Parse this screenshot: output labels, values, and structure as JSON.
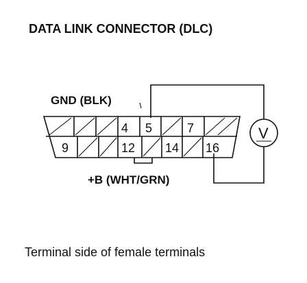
{
  "title": "DATA LINK CONNECTOR (DLC)",
  "gnd_label": "GND (BLK)",
  "b_label": "+B (WHT/GRN)",
  "caption": "Terminal side of female terminals",
  "voltmeter_symbol": "V",
  "pins": {
    "p4": "4",
    "p5": "5",
    "p7": "7",
    "p9": "9",
    "p12": "12",
    "p14": "14",
    "p16": "16"
  }
}
